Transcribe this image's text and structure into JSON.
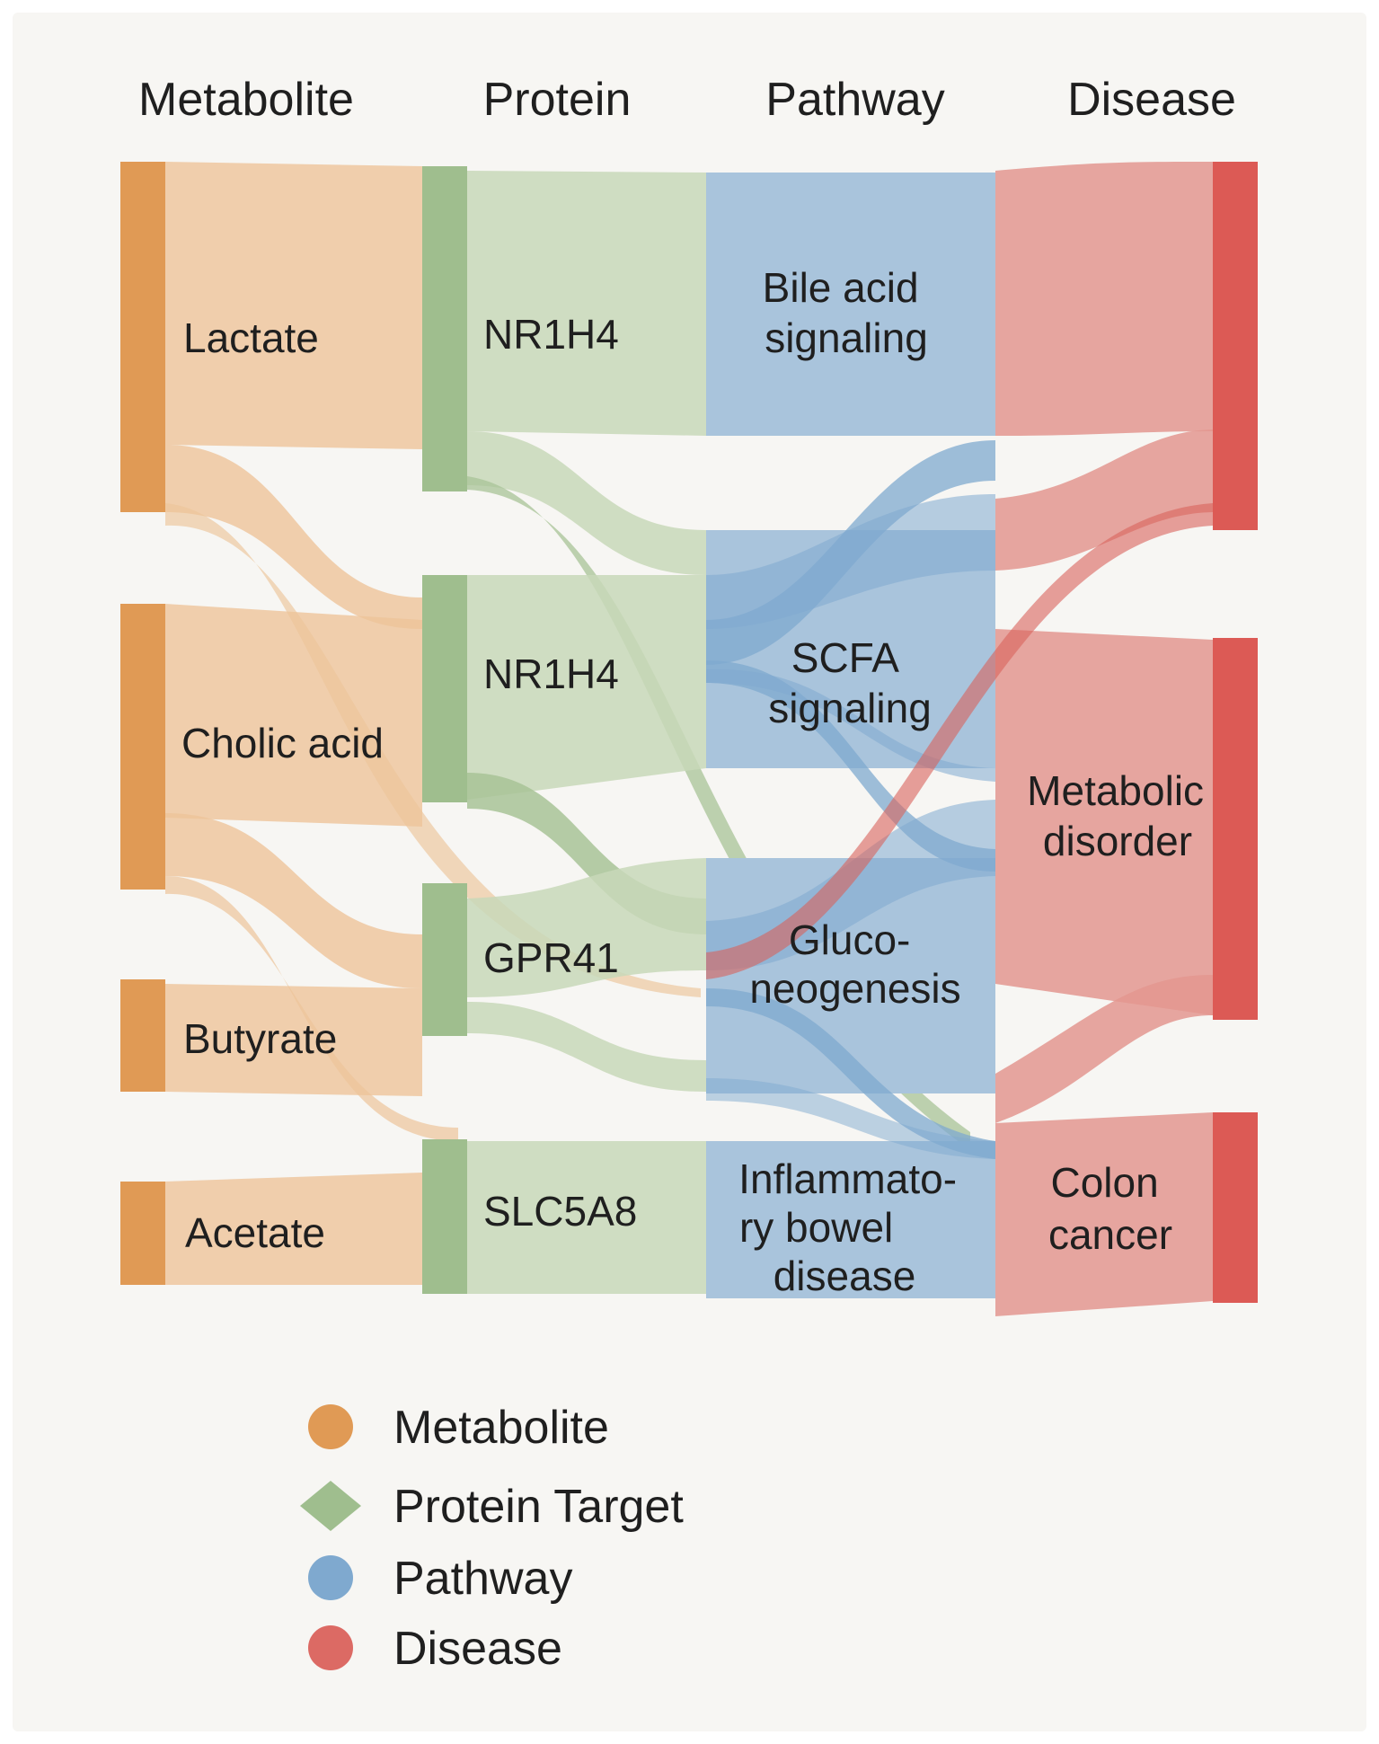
{
  "columns": {
    "metabolite": "Metabolite",
    "protein": "Protein",
    "pathway": "Pathway",
    "disease": "Disease"
  },
  "nodes": {
    "lactate": "Lactate",
    "cholic_acid": "Cholic acid",
    "butyrate": "Butyrate",
    "acetate": "Acetate",
    "nr1h4_a": "NR1H4",
    "nr1h4_b": "NR1H4",
    "gpr41": "GPR41",
    "slc5a8": "SLC5A8",
    "bile_acid": [
      "Bile acid",
      "signaling"
    ],
    "scfa": [
      "SCFA",
      "signaling"
    ],
    "gluco": [
      "Gluco-",
      "neogenesis"
    ],
    "ibd": [
      "Inflammato-",
      "ry bowel",
      "disease"
    ],
    "metabolic": [
      "Metabolic",
      "disorder"
    ],
    "colon": [
      "Colon",
      "cancer"
    ]
  },
  "legend": [
    {
      "label": "Metabolite",
      "shape": "circle",
      "color": "#e09a55"
    },
    {
      "label": "Protein Target",
      "shape": "diamond",
      "color": "#9fbe8e"
    },
    {
      "label": "Pathway",
      "shape": "circle",
      "color": "#7fa9cf"
    },
    {
      "label": "Disease",
      "shape": "circle",
      "color": "#dc6a64"
    }
  ],
  "colors": {
    "metabolite": "#e09a55",
    "metabolite_flow": "#edc49a",
    "protein": "#9fbe8e",
    "protein_flow": "#c8d8b9",
    "pathway": "#a9c4dc",
    "pathway_flow": "#7fa9cf",
    "disease": "#dc5a55",
    "disease_flow": "#e3978f"
  }
}
